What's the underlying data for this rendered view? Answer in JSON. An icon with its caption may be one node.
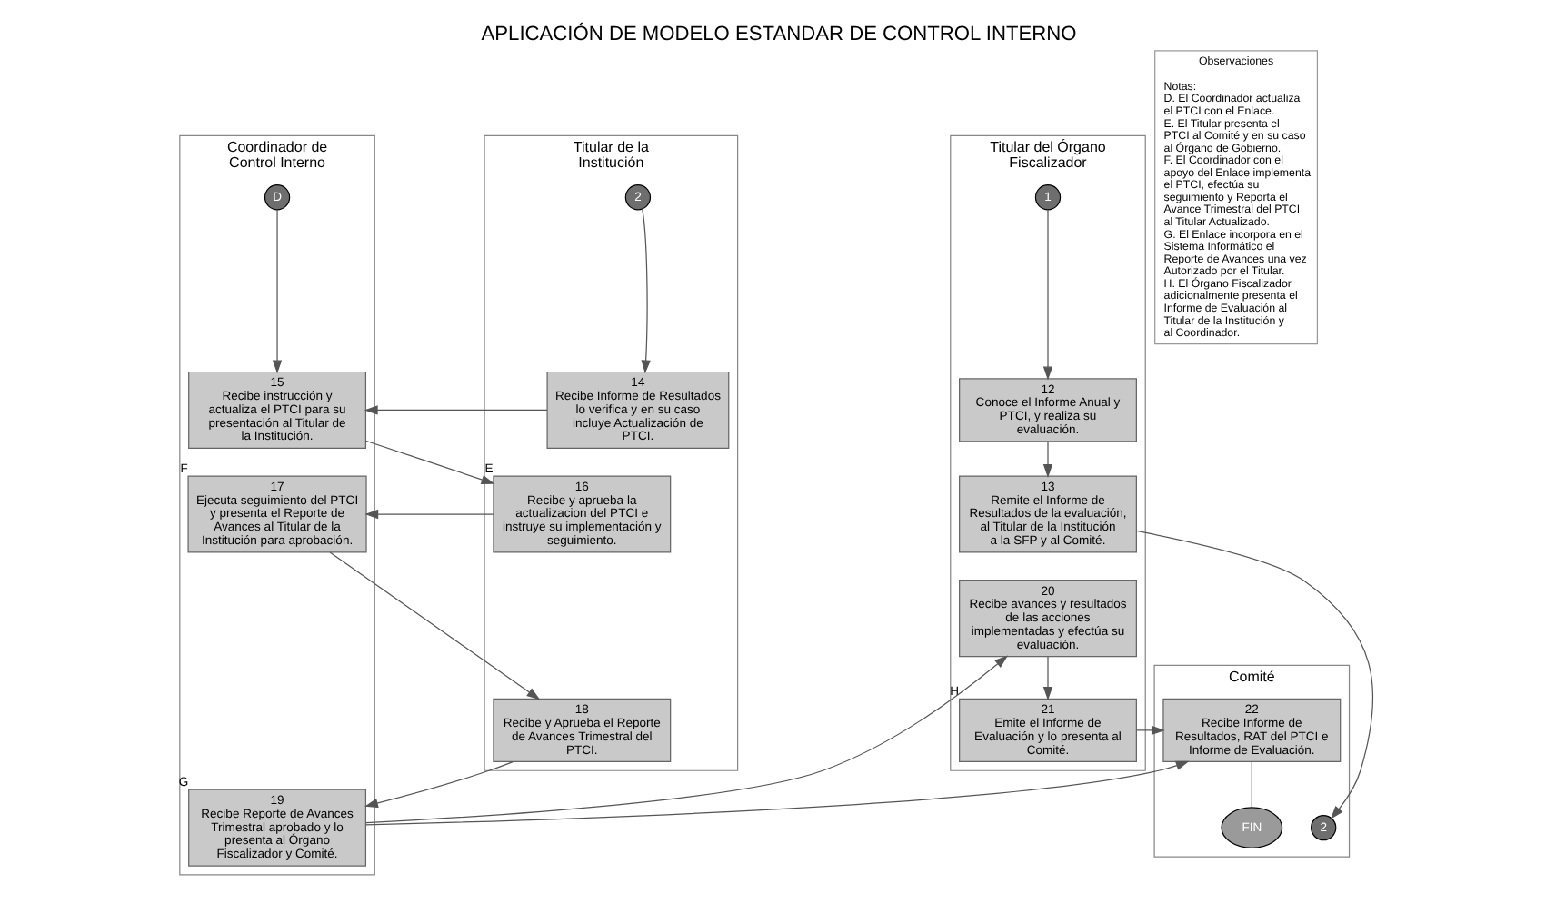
{
  "diagram": {
    "title": "APLICACIÓN DE MODELO ESTANDAR DE CONTROL INTERNO",
    "nodes": [
      {
        "text": [
          "Titular de la Institución"
        ]
      },
      {
        "text": [
          "Coordinador de Control Interno"
        ]
      },
      {
        "text": [
          "Comité"
        ]
      },
      {
        "text": [
          "Titular del Órgano Fiscalizador"
        ]
      },
      {
        "text": [
          "Observaciones",
          "Notas:",
          "D. El Coordinador actualiza el PTCI con el Enlace.",
          "E. El Titular presenta el PTCI al Comité y en su caso al Órgano de Gobierno.",
          "F. El Coordinador con el apoyo del Enlace implementa el PTCI, efectúa su seguimiento y Reporta el Avance Trimestral del PTCI al Titular Actualizado.",
          "G. El Enlace incorpora en el Sistema Informático el Reporte de Avances una vez Autorizado por el Titular.",
          "H. El Órgano Fiscalizador adicionalmente presenta el Informe de Evaluación al Titular de la Institución y al Coordinador."
        ]
      },
      {
        "text": [
          "2"
        ],
        "in": 0
      },
      {
        "text": [
          "14",
          "Recibe Informe de Resultados lo verifica y en su caso incluye Actualización de PTCI."
        ],
        "in": 0
      },
      {
        "text": [
          "16",
          "Recibe y aprueba la actualizacion del PTCI e instruye su implementación y seguimiento."
        ],
        "in": 0,
        "beside": [
          "E"
        ]
      },
      {
        "text": [
          "18",
          "Recibe y Aprueba el Reporte de Avances Trimestral del PTCI."
        ],
        "in": 0
      },
      {
        "text": [
          "D"
        ],
        "in": 1
      },
      {
        "text": [
          "15",
          "Recibe instrucción y actualiza el PTCI para su presentación al Titular de la Institución."
        ],
        "in": 1
      },
      {
        "text": [
          "17",
          "Ejecuta seguimiento del PTCI y presenta el Reporte de Avances al Titular de la Institución para aprobación."
        ],
        "in": 1,
        "beside": [
          "F"
        ]
      },
      {
        "text": [
          "19",
          "Recibe Reporte de Avances Trimestral aprobado y lo presenta al Órgano Fiscalizador y Comité."
        ],
        "in": 1,
        "beside": [
          "G"
        ]
      },
      {
        "text": [
          "22",
          "Recibe Informe de Resultados, RAT del PTCI e Informe de Evaluación."
        ],
        "in": 2
      },
      {
        "text": [
          "FIN"
        ],
        "in": 2
      },
      {
        "text": [
          "1"
        ],
        "in": 3
      },
      {
        "text": [
          "12",
          "Conoce el Informe Anual y PTCI, y realiza su evaluación."
        ],
        "in": 3
      },
      {
        "text": [
          "13",
          "Remite el Informe de Resultados de la evaluación, al Titular de la Institución a la SFP y al Comité."
        ],
        "in": 3
      },
      {
        "text": [
          "2"
        ],
        "in": 2
      },
      {
        "text": [
          "20",
          "Recibe avances y resultados de las acciones implementadas y efectúa su evaluación."
        ],
        "in": 3
      },
      {
        "text": [
          "21",
          "Emite el Informe de Evaluación y lo presenta al Comité."
        ],
        "in": 3,
        "beside": [
          "H"
        ]
      }
    ],
    "edges": [
      {
        "from": 5,
        "to": 6,
        "arrow": "to"
      },
      {
        "from": 9,
        "to": 10,
        "arrow": "to"
      },
      {
        "from": 15,
        "to": 16,
        "arrow": "to"
      },
      {
        "from": 6,
        "to": 10,
        "arrow": "to"
      },
      {
        "from": 10,
        "to": 7,
        "arrow": "to"
      },
      {
        "from": 7,
        "to": 11,
        "arrow": "to"
      },
      {
        "from": 11,
        "to": 8,
        "arrow": "to"
      },
      {
        "from": 8,
        "to": 12,
        "arrow": "to"
      },
      {
        "from": 16,
        "to": 17,
        "arrow": "to"
      },
      {
        "from": 17,
        "to": 18,
        "arrow": "to"
      },
      {
        "from": 12,
        "to": 13,
        "arrow": "to"
      },
      {
        "from": 12,
        "to": 19,
        "arrow": "to"
      },
      {
        "from": 19,
        "to": 20,
        "arrow": "to"
      },
      {
        "from": 20,
        "to": 13,
        "arrow": "to"
      },
      {
        "from": 13,
        "to": 14,
        "arrow": "none"
      }
    ]
  }
}
